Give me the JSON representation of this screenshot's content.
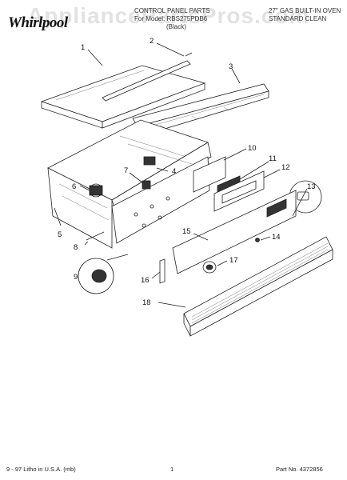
{
  "brand": {
    "logo_text": "Whirlpool"
  },
  "watermark": "AppliancePartsPros.com",
  "header": {
    "title_line1": "CONTROL PANEL PARTS",
    "title_line2": "For Model: RBS275PDB6",
    "title_line3": "(Black)",
    "right_line1": "27\" GAS BUILT-IN OVEN",
    "right_line2": "STANDARD CLEAN"
  },
  "callouts": [
    {
      "id": "c1",
      "label": "1"
    },
    {
      "id": "c2",
      "label": "2"
    },
    {
      "id": "c3",
      "label": "3"
    },
    {
      "id": "c4",
      "label": "4"
    },
    {
      "id": "c5",
      "label": "5"
    },
    {
      "id": "c6",
      "label": "6"
    },
    {
      "id": "c7",
      "label": "7"
    },
    {
      "id": "c8",
      "label": "8"
    },
    {
      "id": "c9",
      "label": "9"
    },
    {
      "id": "c10",
      "label": "10"
    },
    {
      "id": "c11",
      "label": "11"
    },
    {
      "id": "c12",
      "label": "12"
    },
    {
      "id": "c13",
      "label": "13"
    },
    {
      "id": "c14",
      "label": "14"
    },
    {
      "id": "c15",
      "label": "15"
    },
    {
      "id": "c16",
      "label": "16"
    },
    {
      "id": "c17",
      "label": "17"
    },
    {
      "id": "c18",
      "label": "18"
    }
  ],
  "footer": {
    "left": "9 - 97 Litho in U.S.A. (mb)",
    "page": "1",
    "part_no": "Part No. 4372856"
  }
}
